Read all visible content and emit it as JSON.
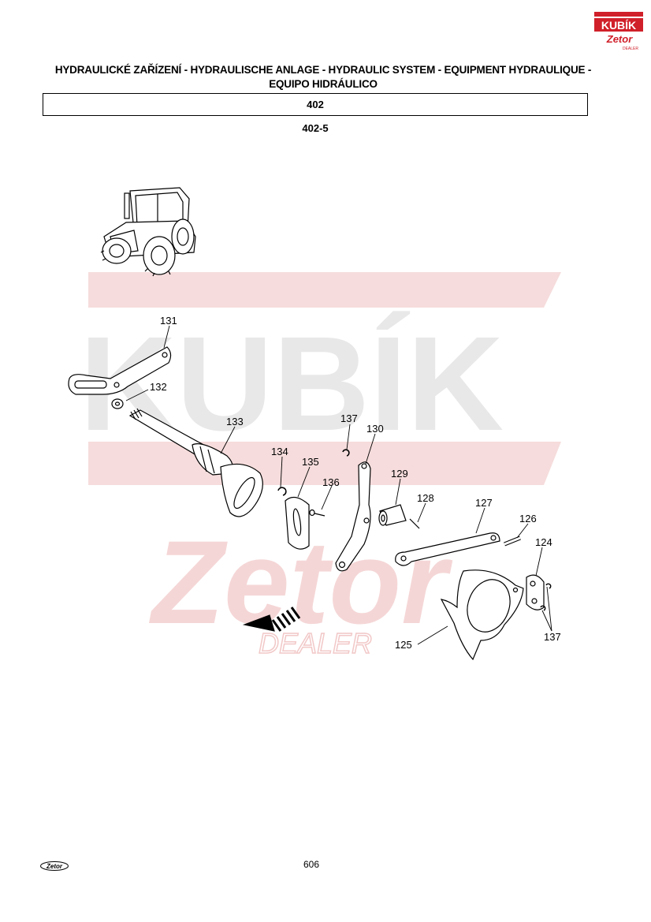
{
  "logo": {
    "top_text": "KUBÍK",
    "script_text": "Zetor",
    "small_text": "DEALER",
    "watermark_top": "KUBÍK",
    "watermark_script": "Zetor",
    "watermark_sub": "DEALER",
    "footer_logo_text": "Zetor",
    "colors": {
      "brand_red": "#d0202a",
      "watermark_gray": "#e6e6e6",
      "watermark_red": "#f4d0d0"
    }
  },
  "header": {
    "title_line1": "HYDRAULICKÉ ZAŘÍZENÍ - HYDRAULISCHE ANLAGE - HYDRAULIC SYSTEM - EQUIPMENT HYDRAULIQUE -",
    "title_line2": "EQUIPO HIDRÁULICO",
    "section": "402",
    "subsection": "402-5"
  },
  "parts": {
    "p124": "124",
    "p125": "125",
    "p126": "126",
    "p127": "127",
    "p128": "128",
    "p129": "129",
    "p130": "130",
    "p131": "131",
    "p132": "132",
    "p133": "133",
    "p134": "134",
    "p135": "135",
    "p136": "136",
    "p137a": "137",
    "p137b": "137"
  },
  "footer": {
    "page_number": "606"
  }
}
